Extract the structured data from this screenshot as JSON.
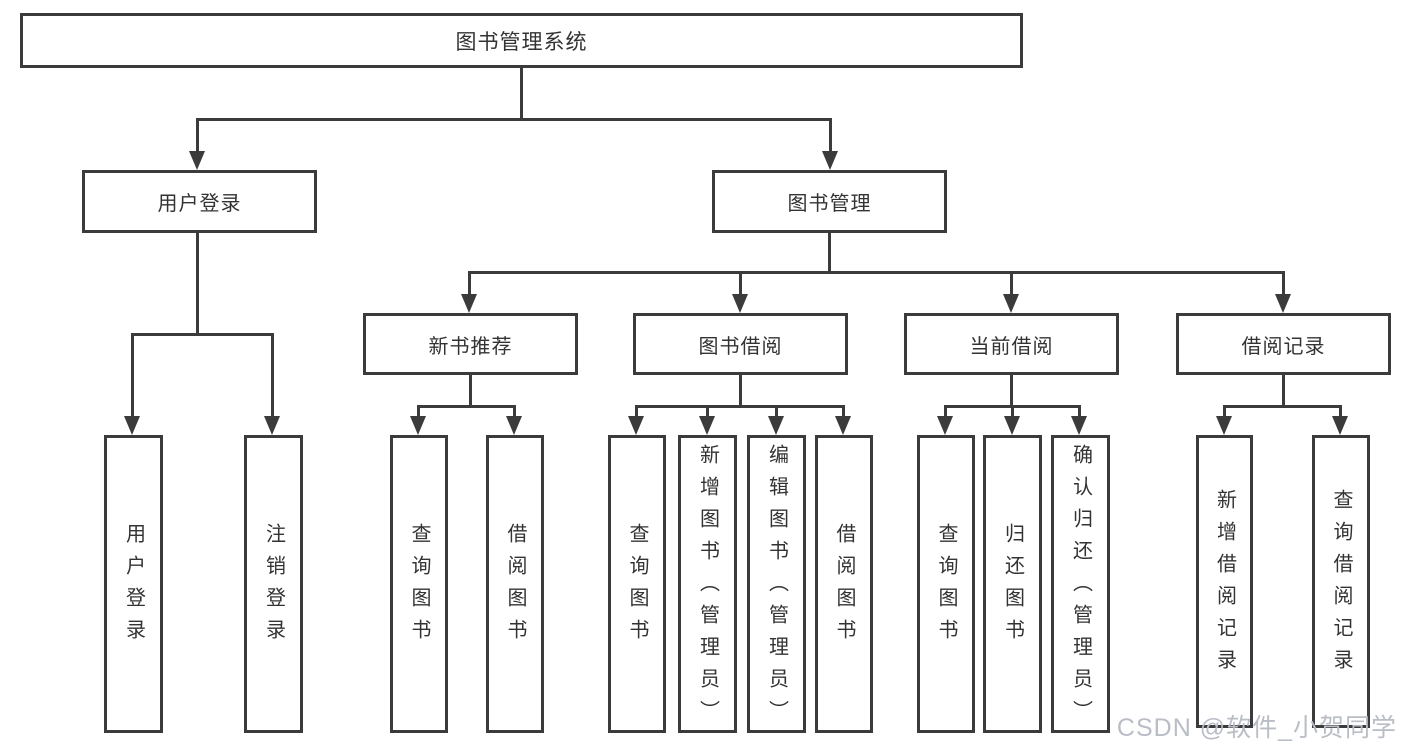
{
  "diagram": {
    "title": "图书管理系统",
    "level2": [
      "用户登录",
      "图书管理"
    ],
    "level3": [
      "新书推荐",
      "图书借阅",
      "当前借阅",
      "借阅记录"
    ],
    "leaves": [
      "用户登录",
      "注销登录",
      "查询图书",
      "借阅图书",
      "查询图书",
      "新增图书（管理员）",
      "编辑图书（管理员）",
      "借阅图书",
      "查询图书",
      "归还图书",
      "确认归还（管理员）",
      "新增借阅记录",
      "查询借阅记录"
    ],
    "colors": {
      "line": "#3b3b3b",
      "text": "#333333",
      "watermark": "#b9bdc6",
      "background": "#ffffff"
    },
    "watermark": "CSDN @软件_小贺同学"
  }
}
